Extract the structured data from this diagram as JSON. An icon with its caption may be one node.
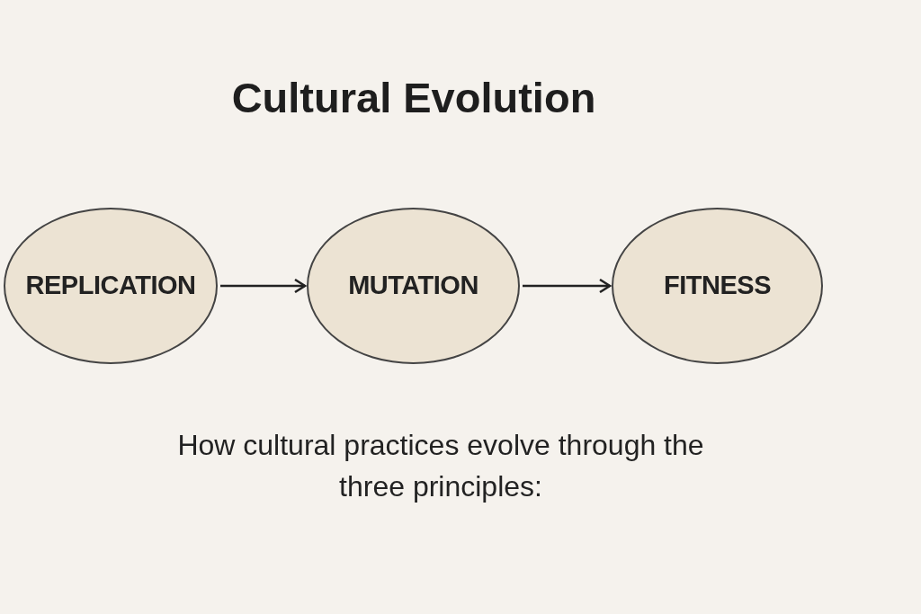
{
  "diagram": {
    "title": "Cultural Evolution",
    "caption": "How cultural practices evolve through the three principles:",
    "nodes": [
      {
        "text": [
          "REPLICATION"
        ]
      },
      {
        "text": [
          "MUTATION"
        ]
      },
      {
        "text": [
          "FITNESS"
        ]
      }
    ],
    "edges": [
      {
        "from": 0,
        "to": 1,
        "arrow": "to"
      },
      {
        "from": 1,
        "to": 2,
        "arrow": "to"
      }
    ]
  }
}
